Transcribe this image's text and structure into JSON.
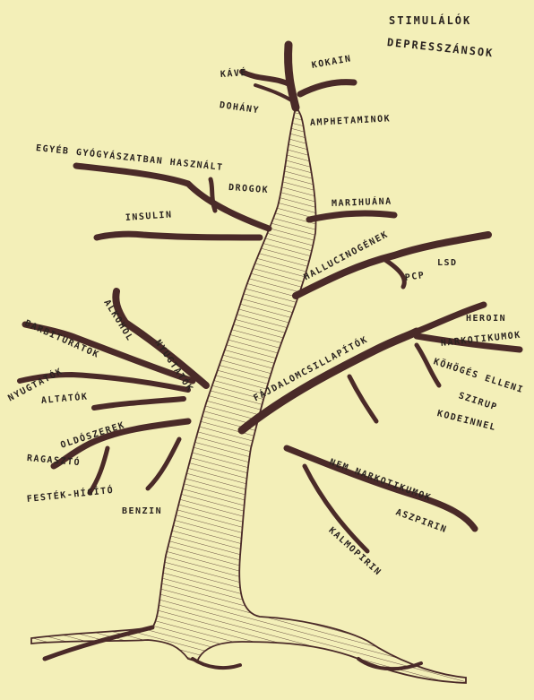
{
  "paper_color": "#f3efb8",
  "ink_color": "#2a2320",
  "branch_color": "#4a2a28",
  "trunk_fill": "#efe8c2",
  "legend": {
    "stimulants": "STIMULÁLÓK",
    "depressants": "DEPRESSZÁNSOK"
  },
  "labels": {
    "kave": "KÁVÉ",
    "kokain": "KOKAIN",
    "dohany": "DOHÁNY",
    "amfetaminok": "AMPHETAMINOK",
    "egyeb": "EGYÉB GYÓGYÁSZATBAN HASZNÁLT",
    "drogok": "DROGOK",
    "marihuana": "MARIHUÁNA",
    "insulin": "INSULIN",
    "hallucinogenek": "HALLUCINOGÉNEK",
    "lsd": "LSD",
    "pcp": "PCP",
    "alkohol": "ALKOHOL",
    "barbituratok": "BARBITURÁTOK",
    "nyugtatok_upper": "NYUGTATÓK",
    "nyugtatok_left": "NYUGTATÓK",
    "altatok": "ALTATÓK",
    "heroin": "HEROIN",
    "narkotikumok": "NARKOTIKUMOK",
    "fajdalomcsillapitok": "FÁJDALOMCSILLAPÍTÓK",
    "kohoges": "KÖHÖGÉS ELLENI",
    "szirup": "SZIRUP",
    "kodeinnel": "KODEINNEL",
    "oldoszerek": "OLDÓSZEREK",
    "ragaszto": "RAGASZTÓ",
    "festek": "FESTÉK-HÍGÍTÓ",
    "benzin": "BENZIN",
    "nem_narkotikumok": "NEM NARKOTIKUMOK",
    "aszpirin": "ASZPIRIN",
    "kalmopirin": "KALMOPIRIN"
  }
}
